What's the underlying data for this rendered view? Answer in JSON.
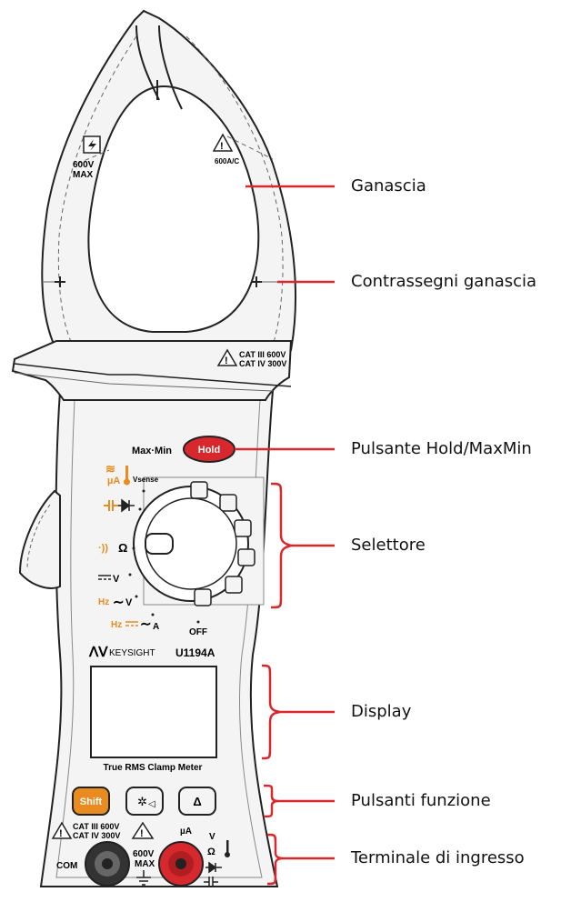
{
  "callouts": {
    "ganascia": "Ganascia",
    "contrassegni": "Contrassegni ganascia",
    "hold": "Pulsante Hold/MaxMin",
    "selettore": "Selettore",
    "display": "Display",
    "funzione": "Pulsanti funzione",
    "terminale": "Terminale di ingresso"
  },
  "jaw": {
    "left_rating_1": "600V",
    "left_rating_2": "MAX",
    "right_rating": "600A/C"
  },
  "collar": {
    "cat_iii": "CAT III 600V",
    "cat_iv": "CAT IV 300V"
  },
  "controls": {
    "max_min": "Max·Min",
    "hold": "Hold"
  },
  "dial": {
    "vsense": "Vsense",
    "ohm": "Ω",
    "dcv": "V",
    "acv_hz": "Hz",
    "acv": "V",
    "a_hz": "Hz",
    "a": "A",
    "off": "OFF",
    "ua": "µA"
  },
  "brand": {
    "keysight": "KEYSIGHT",
    "model": "U1194A",
    "subtitle": "True RMS Clamp Meter"
  },
  "buttons": {
    "shift": "Shift",
    "delta": "Δ"
  },
  "terminals": {
    "cat_iii": "CAT III 600V",
    "cat_iv": "CAT IV 300V",
    "com": "COM",
    "max_1": "600V",
    "max_2": "MAX",
    "ua": "µA",
    "v": "V",
    "ohm": "Ω"
  },
  "colors": {
    "accent_red": "#d7282d",
    "accent_orange": "#e98b1e",
    "outline": "#222222",
    "body": "#f4f4f4"
  }
}
